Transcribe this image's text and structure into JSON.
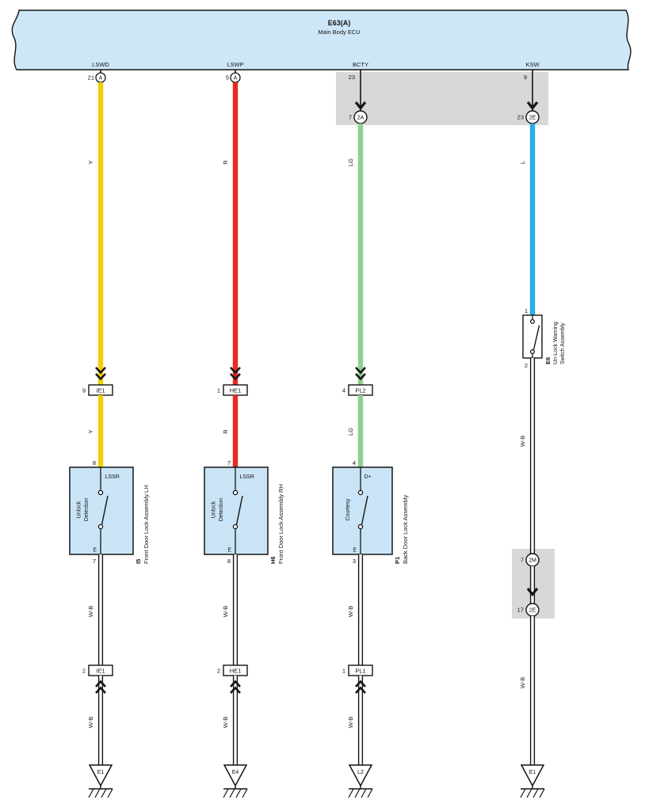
{
  "colors": {
    "banner_fill": "#cde7f8",
    "box_fill": "#c9e4f6",
    "gray_fill": "#d8d8d8",
    "yellow": "#f2cf04",
    "red": "#e92a21",
    "light_green": "#8fd08f",
    "blue": "#2aabe2",
    "line": "#141414"
  },
  "ecu": {
    "code": "E63(A)",
    "name": "Main Body ECU"
  },
  "col1": {
    "ecu_label": "LSWD",
    "ecu_pin": "21",
    "ecu_connector": "A",
    "wire_label_1": "Y",
    "wire_label_2": "Y",
    "connector_mid_pin": "9",
    "connector_mid": "IE1",
    "comp_pin_top": "8",
    "comp_terminal_top": "LSSR",
    "switch_line_1": "Unlock",
    "switch_line_2": "Detection",
    "comp_terminal_bottom": "E",
    "comp_pin_bottom": "7",
    "comp_code": "I5",
    "comp_name": "Front Door Lock Assembly LH",
    "wb_label_1": "W-B",
    "connector_low_pin": "2",
    "connector_low": "IE1",
    "wb_label_2": "W-B",
    "ground": "E1"
  },
  "col2": {
    "ecu_label": "LSWP",
    "ecu_pin": "5",
    "ecu_connector": "A",
    "wire_label_1": "R",
    "wire_label_2": "R",
    "connector_mid_pin": "1",
    "connector_mid": "HE1",
    "comp_pin_top": "7",
    "comp_terminal_top": "LSSR",
    "switch_line_1": "Unlock",
    "switch_line_2": "Detection",
    "comp_terminal_bottom": "E",
    "comp_pin_bottom": "8",
    "comp_code": "H6",
    "comp_name": "Front Door Lock Assembly RH",
    "wb_label_1": "W-B",
    "connector_low_pin": "2",
    "connector_low": "HE1",
    "wb_label_2": "W-B",
    "ground": "E4"
  },
  "col3": {
    "ecu_label": "BCTY",
    "ecu_pin": "23",
    "junction_pin": "7",
    "junction": "2A",
    "wire_label_1": "LG",
    "wire_label_2": "LG",
    "connector_mid_pin": "4",
    "connector_mid": "PL2",
    "comp_pin_top": "4",
    "comp_terminal_top": "D+",
    "switch_line_1": "Courtesy",
    "comp_terminal_bottom": "E",
    "comp_pin_bottom": "3",
    "comp_code": "P1",
    "comp_name": "Back Door Lock Assembly",
    "wb_label_1": "W-B",
    "connector_low_pin": "1",
    "connector_low": "PL1",
    "wb_label_2": "W-B",
    "ground": "L2"
  },
  "col4": {
    "ecu_label": "KSW",
    "ecu_pin": "9",
    "junction_pin": "23",
    "junction": "2E",
    "wire_label_1": "L",
    "switch_pin_top": "1",
    "switch_pin_bottom": "2",
    "comp_code": "E6",
    "comp_name_1": "Un-Lock Warning",
    "comp_name_2": "Switch Assembly",
    "wb_label_1": "W-B",
    "junction2_pin": "7",
    "junction2": "2M",
    "junction3_pin": "17",
    "junction3": "2E",
    "wb_label_2": "W-B",
    "ground": "E1"
  }
}
